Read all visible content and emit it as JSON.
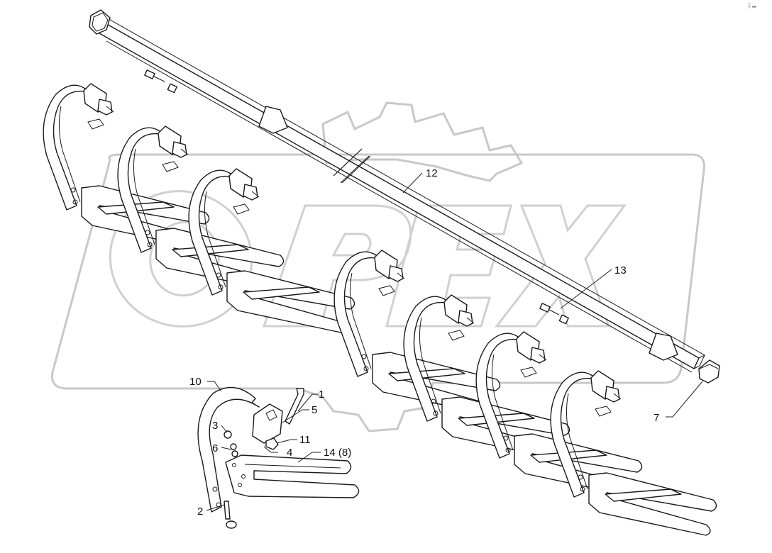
{
  "watermark": {
    "text": "OPEX",
    "color": "#cfcfcf"
  },
  "corner_mark": "r̃ ▪▪",
  "callouts": [
    {
      "id": "c12",
      "label": "12"
    },
    {
      "id": "c13",
      "label": "13"
    },
    {
      "id": "c7",
      "label": "7"
    },
    {
      "id": "c10",
      "label": "10"
    },
    {
      "id": "c1",
      "label": "1"
    },
    {
      "id": "c5",
      "label": "5"
    },
    {
      "id": "c3",
      "label": "3"
    },
    {
      "id": "c11",
      "label": "11"
    },
    {
      "id": "c6",
      "label": "6"
    },
    {
      "id": "c4",
      "label": "4"
    },
    {
      "id": "c14",
      "label": "14 (8)"
    },
    {
      "id": "c2",
      "label": "2"
    }
  ],
  "colors": {
    "line": "#1a1a1a",
    "watermark": "#cfcfcf",
    "background": "#ffffff"
  }
}
